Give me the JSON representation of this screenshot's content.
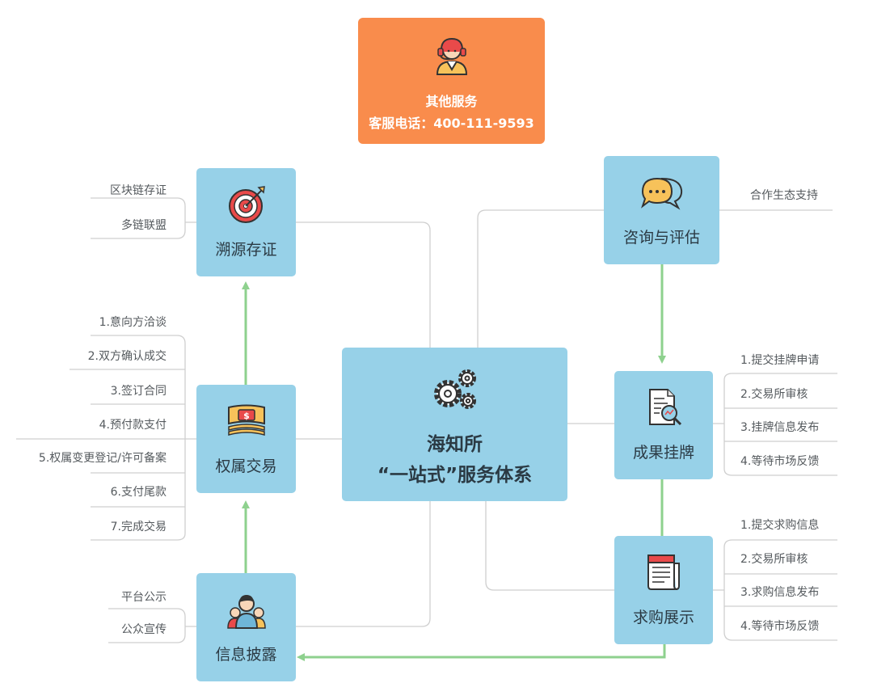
{
  "other_services": {
    "title": "其他服务",
    "phone": "客服电话：400-111-9593",
    "icon": "customer-service-icon"
  },
  "center": {
    "line1": "海知所",
    "line2": "“一站式”服务体系",
    "icon": "gears-icon"
  },
  "nodes": {
    "trace": {
      "label": "溯源存证",
      "icon": "target-icon",
      "items": [
        "区块链存证",
        "多链联盟"
      ]
    },
    "trade": {
      "label": "权属交易",
      "icon": "money-icon",
      "items": [
        "1.意向方洽谈",
        "2.双方确认成交",
        "3.签订合同",
        "4.预付款支付",
        "5.权属变更登记/许可备案",
        "6.支付尾款",
        "7.完成交易"
      ]
    },
    "disclose": {
      "label": "信息披露",
      "icon": "people-icon",
      "items": [
        "平台公示",
        "公众宣传"
      ]
    },
    "consult": {
      "label": "咨询与评估",
      "icon": "chat-icon",
      "items": [
        "合作生态支持"
      ]
    },
    "listing": {
      "label": "成果挂牌",
      "icon": "report-icon",
      "items": [
        "1.提交挂牌申请",
        "2.交易所审核",
        "3.挂牌信息发布",
        "4.等待市场反馈"
      ]
    },
    "demand": {
      "label": "求购展示",
      "icon": "newspaper-icon",
      "items": [
        "1.提交求购信息",
        "2.交易所审核",
        "3.求购信息发布",
        "4.等待市场反馈"
      ]
    }
  },
  "colors": {
    "node_fill": "#97d1e8",
    "other_fill": "#f98c4c",
    "flow_arrow": "#8ed18e",
    "connector": "#cfcfcf"
  }
}
